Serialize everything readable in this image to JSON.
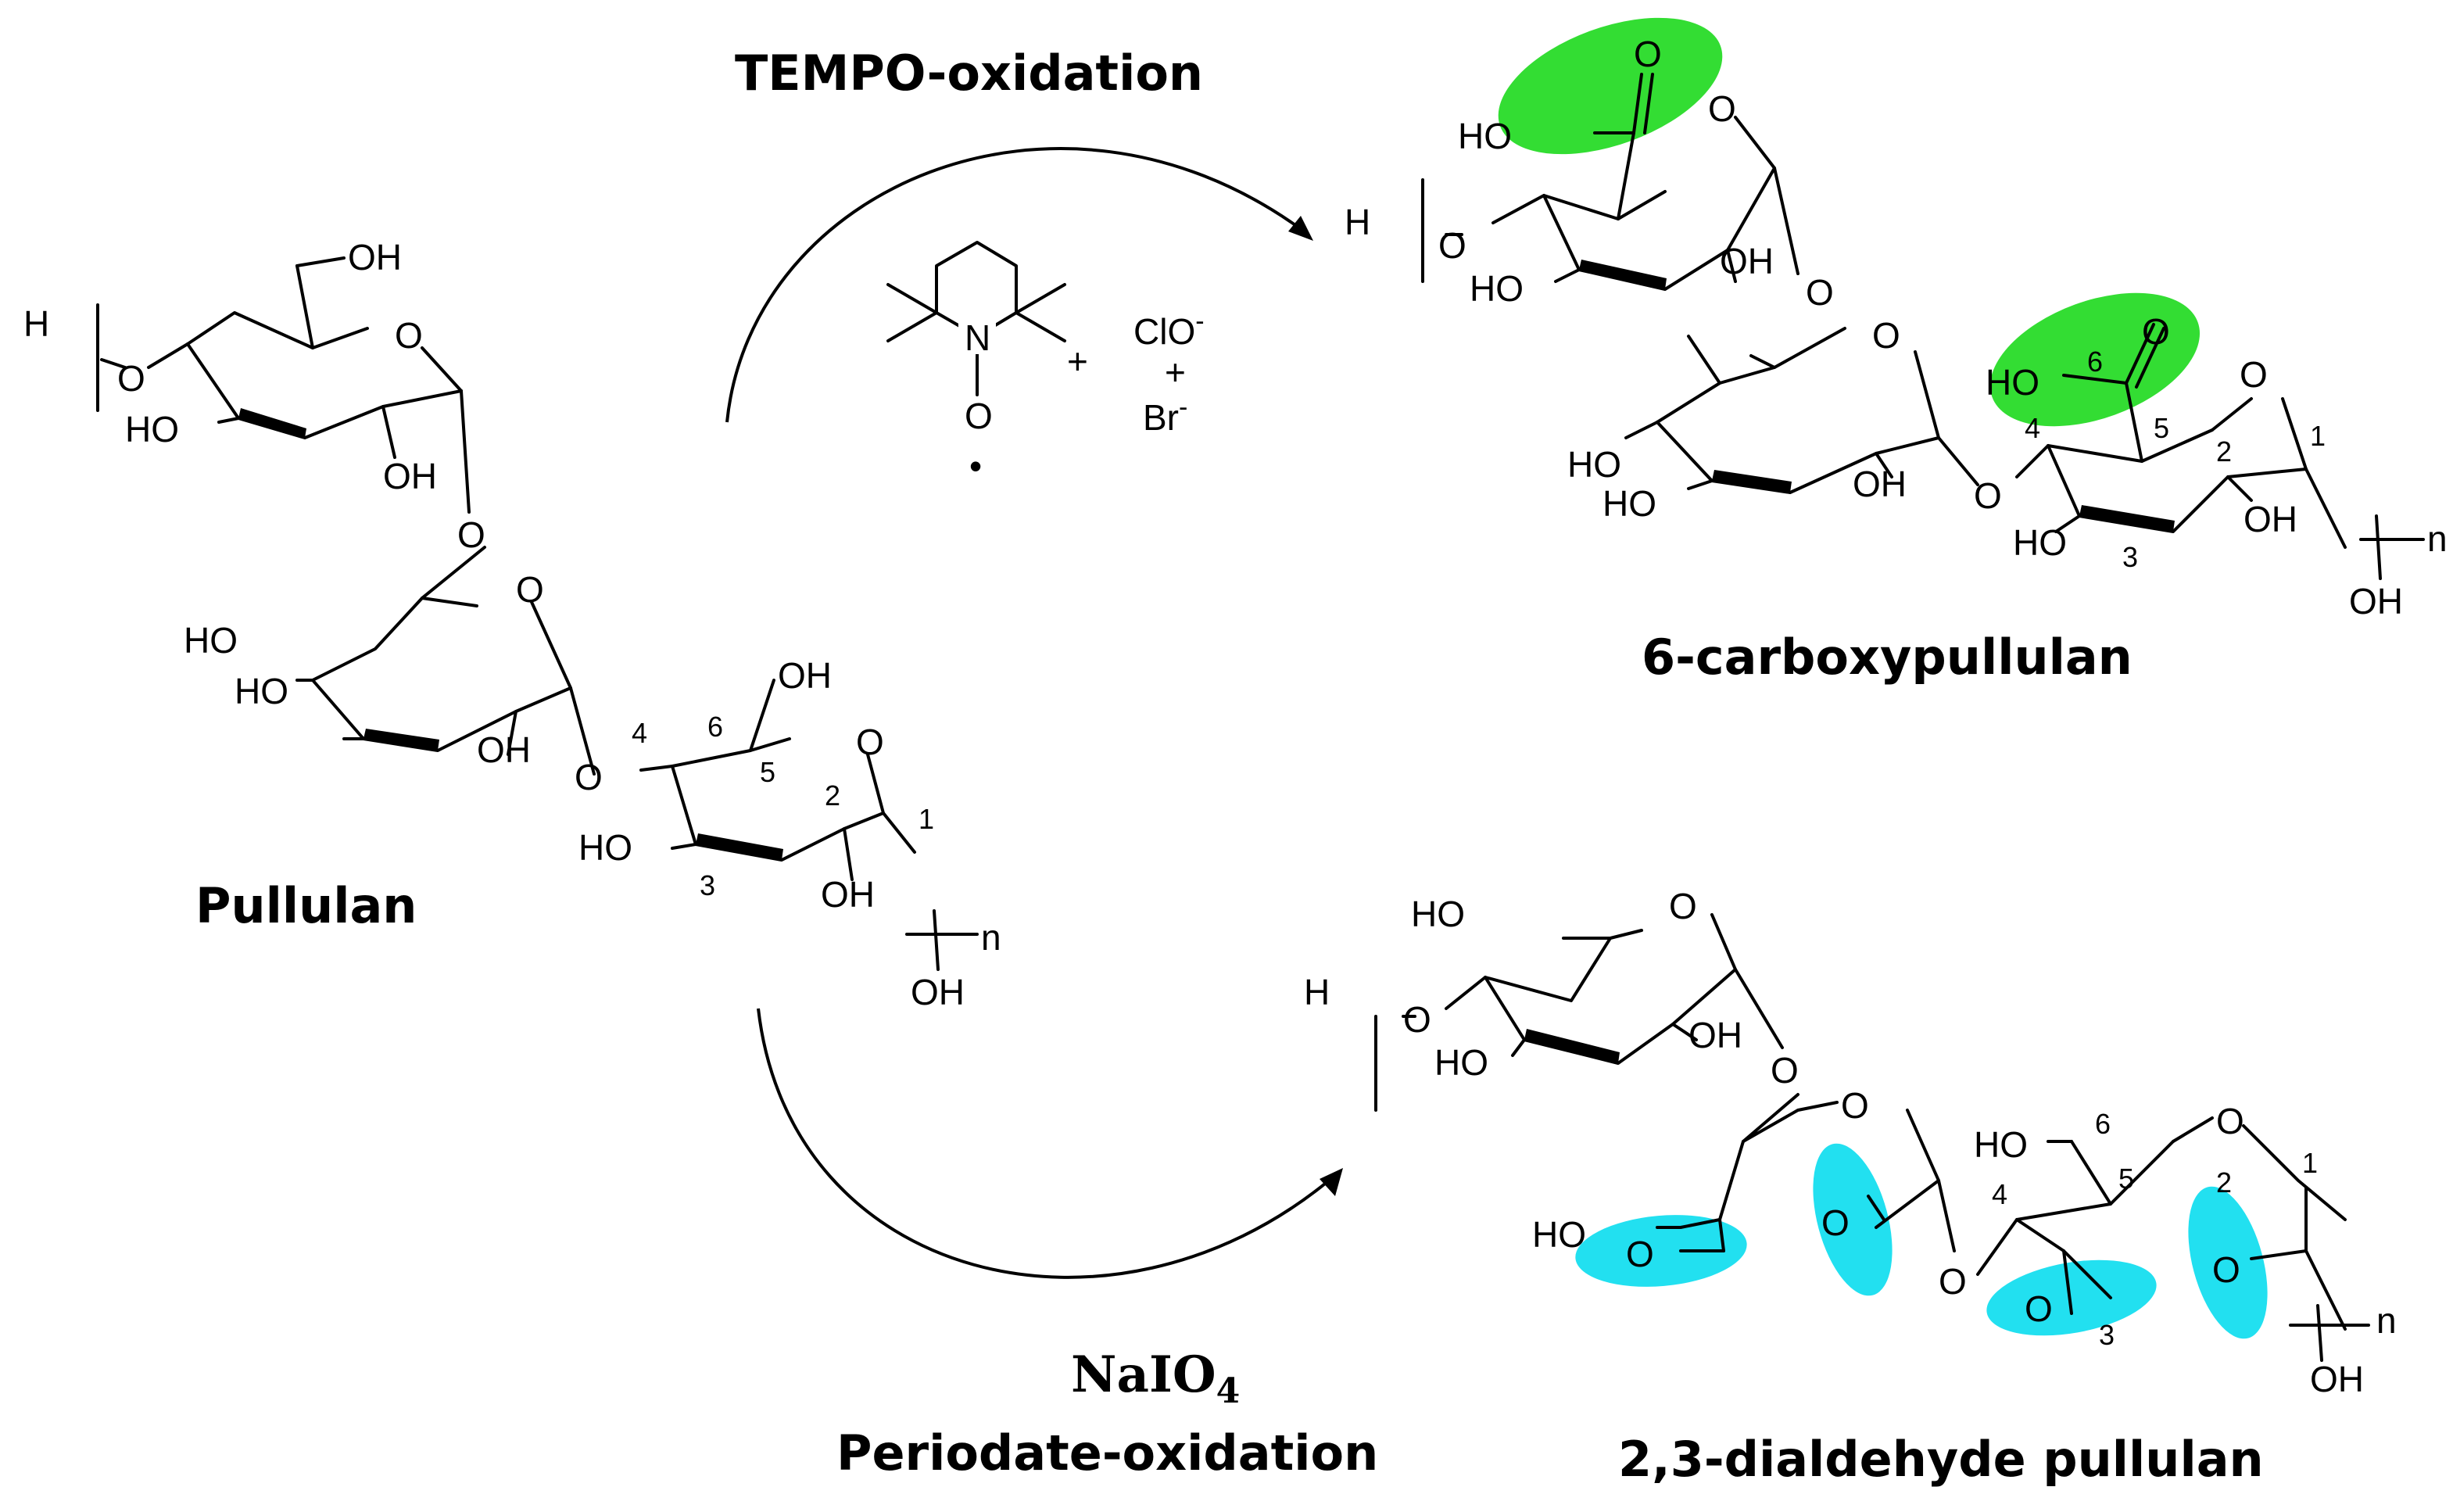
{
  "colors": {
    "carboxyl_highlight": "#33dd33",
    "aldehyde_highlight": "#22e0f0",
    "ink": "#000000",
    "background": "#ffffff"
  },
  "top_reaction": {
    "label": "TEMPO-oxidation",
    "reagent_oxidant": "ClO",
    "reagent_oxidant_charge": "-",
    "plus": "+",
    "reagent_bromide": "Br",
    "reagent_bromide_charge": "-",
    "tempo": {
      "nitrogen": "N",
      "oxygen": "O",
      "radical": "•"
    }
  },
  "bottom_reaction": {
    "reagent_base": "NaIO",
    "reagent_subscript": "4",
    "label": "Periodate-oxidation"
  },
  "pullulan": {
    "name": "Pullulan",
    "repeat": "n",
    "carbon_numbers": [
      "1",
      "2",
      "3",
      "4",
      "5",
      "6"
    ]
  },
  "carboxypullulan": {
    "name": "6-carboxypullulan",
    "repeat": "n",
    "carbon_numbers": [
      "1",
      "2",
      "3",
      "4",
      "5",
      "6"
    ]
  },
  "dialdehyde_pullulan": {
    "name": "2,3-dialdehyde pullulan",
    "repeat": "n",
    "carbon_numbers": [
      "1",
      "2",
      "3",
      "4",
      "5",
      "6"
    ]
  },
  "atoms": {
    "hydrogen": "H",
    "oxygen": "O",
    "hydroxyl_right": "OH",
    "hydroxyl_left": "HO"
  }
}
